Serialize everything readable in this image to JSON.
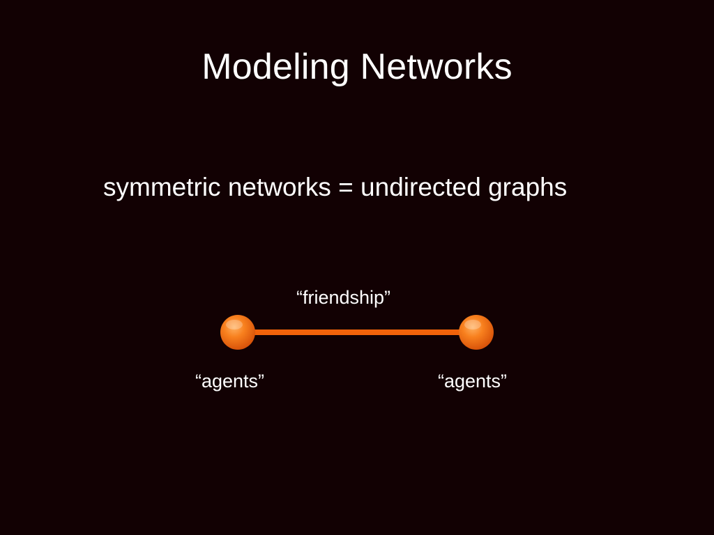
{
  "slide": {
    "title": "Modeling Networks",
    "subtitle": "symmetric networks = undirected graphs"
  },
  "diagram": {
    "edge_label": "“friendship”",
    "nodes": [
      {
        "label": "“agents”"
      },
      {
        "label": "“agents”"
      }
    ],
    "colors": {
      "background": "#120103",
      "node_fill": "#f26b10",
      "node_highlight": "#ffb060",
      "edge": "#f2620a",
      "text": "#ffffff"
    }
  }
}
